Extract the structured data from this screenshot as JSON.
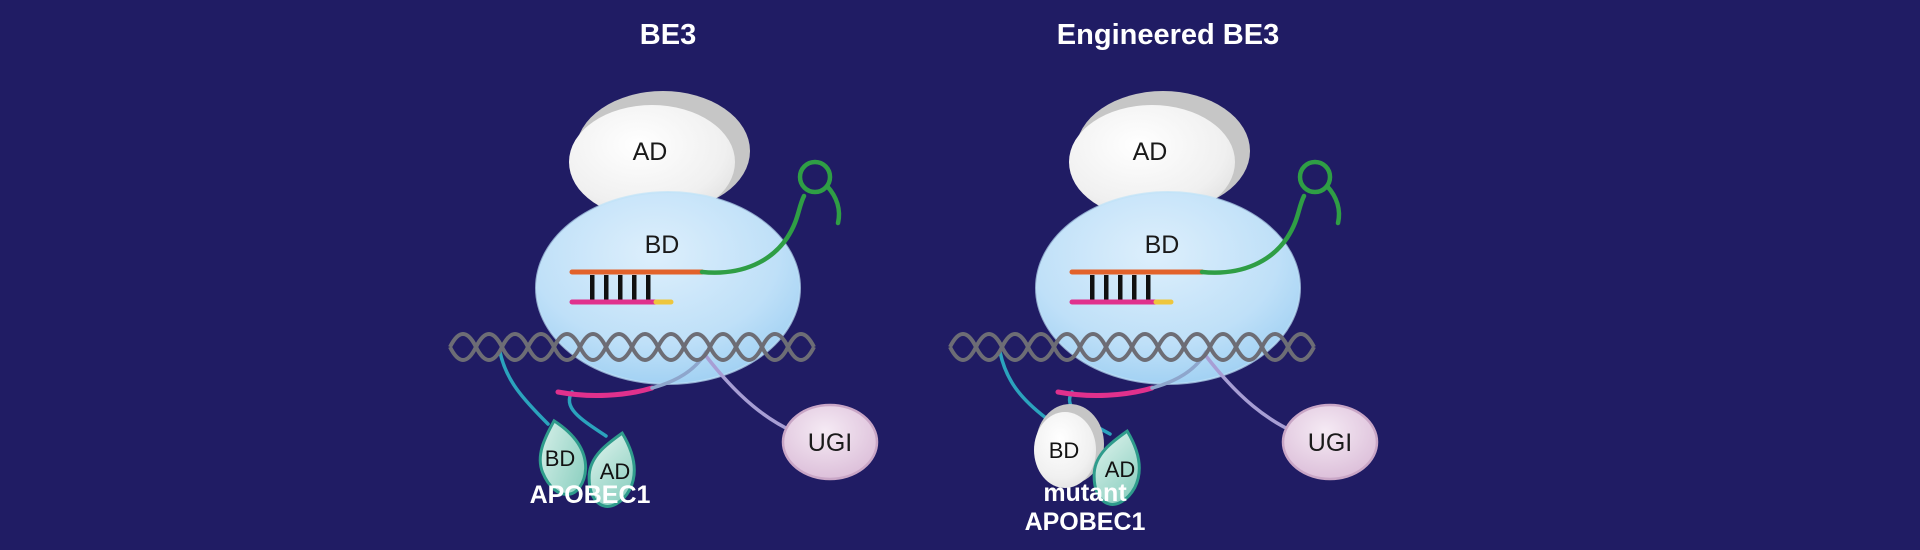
{
  "panels": {
    "left": {
      "title": "BE3",
      "cas9_ad_label": "AD",
      "cas9_bd_label": "BD",
      "apobec_bd_label": "BD",
      "apobec_ad_label": "AD",
      "apobec_name": "APOBEC1",
      "ugi_label": "UGI"
    },
    "right": {
      "title": "Engineered BE3",
      "cas9_ad_label": "AD",
      "cas9_bd_label": "BD",
      "apobec_bd_label": "BD",
      "apobec_ad_label": "AD",
      "apobec_name_line1": "mutant",
      "apobec_name_line2": "APOBEC1",
      "ugi_label": "UGI"
    }
  },
  "colors": {
    "background": "#201c64",
    "cas9_bd_fill_edge": "#8cc6ef",
    "cas9_ad_fill": "#f0f0f0",
    "shadow_gray": "#c6c6c6",
    "sgrna_green": "#2f9e45",
    "target_strand_orange": "#e2622b",
    "edited_strand_pink": "#e0318d",
    "pam_yellow": "#eec63d",
    "dna_gray": "#6d6d75",
    "rung_black": "#101010",
    "apobec_leaf_fill": "#8ccfc0",
    "apobec_leaf_stroke": "#2f9c8c",
    "linker_teal": "#2ba3bd",
    "nontarget_linker_blue": "#8ea6cc",
    "ugi_linker_purple": "#a79ed4",
    "ugi_fill": "#d9b9d6",
    "ugi_stroke": "#c9a6c6",
    "title_text": "#ffffff",
    "label_text": "#1a1a1a"
  }
}
